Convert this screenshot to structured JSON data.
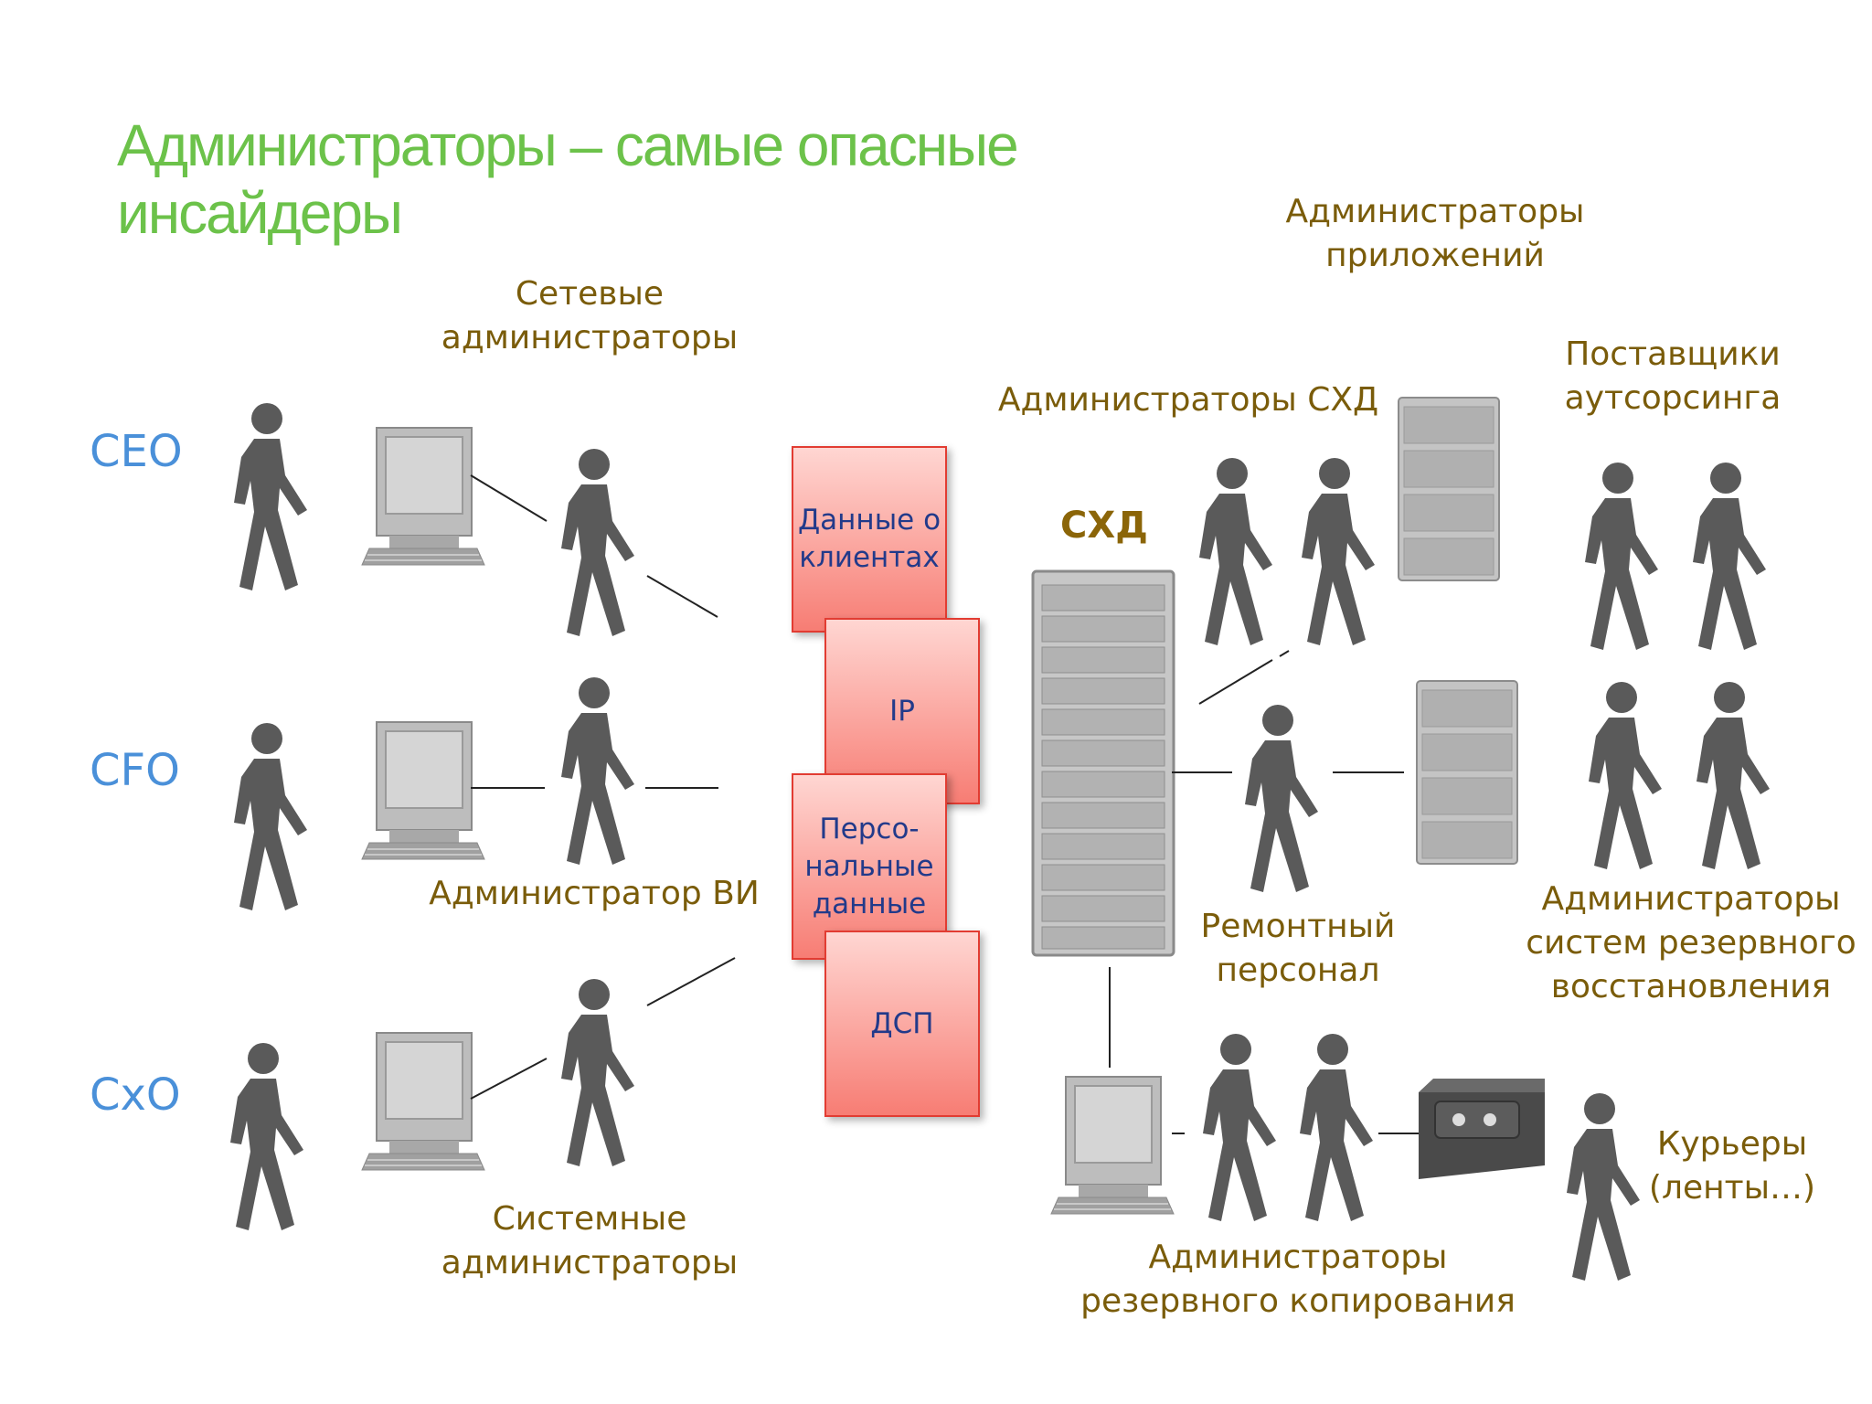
{
  "title": {
    "line1": "Администраторы – самые опасные",
    "line2": "инсайдеры"
  },
  "executives": [
    "CEO",
    "CFO",
    "CxO"
  ],
  "labels": {
    "network_admins": [
      "Сетевые",
      "администраторы"
    ],
    "vi_admin": "Администратор ВИ",
    "system_admins": [
      "Системные",
      "администраторы"
    ],
    "app_admins": [
      "Администраторы",
      "приложений"
    ],
    "storage_admins": "Администраторы СХД",
    "outsourcing": [
      "Поставщики",
      "аутсорсинга"
    ],
    "storage": "СХД",
    "repair_staff": [
      "Ремонтный",
      "персонал"
    ],
    "backup_recovery_admins": [
      "Администраторы",
      "систем резервного",
      "восстановления"
    ],
    "backup_admins": [
      "Администраторы",
      "резервного копирования"
    ],
    "couriers": [
      "Курьеры",
      "(ленты…)"
    ]
  },
  "data_assets": [
    {
      "lines": [
        "Данные о",
        "клиентах"
      ]
    },
    {
      "lines": [
        "IP"
      ]
    },
    {
      "lines": [
        "Персо-",
        "нальные",
        "данные"
      ]
    },
    {
      "lines": [
        "ДСП"
      ]
    }
  ],
  "colors": {
    "title": "#6cc24a",
    "executive": "#4a90d9",
    "label": "#7a5c0a",
    "person": "#5a5a5a",
    "asset_fill": "#f77d74",
    "asset_border": "#e23c32"
  }
}
